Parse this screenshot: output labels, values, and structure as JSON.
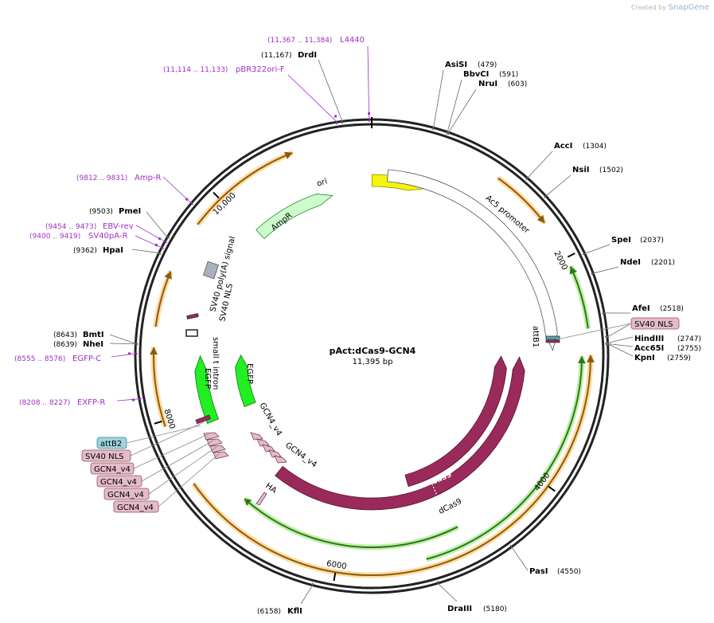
{
  "credit": {
    "prefix": "Created by",
    "brand": "SnapGene"
  },
  "map": {
    "name": "pAct:dCas9-GCN4",
    "length_label": "11,395 bp",
    "total_bp": 11395
  },
  "ticks": [
    {
      "bp": 0,
      "label": ""
    },
    {
      "bp": 2000,
      "label": "2000"
    },
    {
      "bp": 4000,
      "label": "4000"
    },
    {
      "bp": 6000,
      "label": "6000"
    },
    {
      "bp": 8000,
      "label": "8000"
    },
    {
      "bp": 10000,
      "label": "10,000"
    }
  ],
  "sites": [
    {
      "name": "AsiSI",
      "pos": "(479)",
      "bp": 479
    },
    {
      "name": "BbvCI",
      "pos": "(591)",
      "bp": 591
    },
    {
      "name": "NruI",
      "pos": "(603)",
      "bp": 603
    },
    {
      "name": "AccI",
      "pos": "(1304)",
      "bp": 1304
    },
    {
      "name": "NsiI",
      "pos": "(1502)",
      "bp": 1502
    },
    {
      "name": "SpeI",
      "pos": "(2037)",
      "bp": 2037
    },
    {
      "name": "NdeI",
      "pos": "(2201)",
      "bp": 2201
    },
    {
      "name": "AfeI",
      "pos": "(2518)",
      "bp": 2518
    },
    {
      "name": "HindIII",
      "pos": "(2747)",
      "bp": 2747
    },
    {
      "name": "Acc65I",
      "pos": "(2755)",
      "bp": 2755
    },
    {
      "name": "KpnI",
      "pos": "(2759)",
      "bp": 2759
    },
    {
      "name": "PasI",
      "pos": "(4550)",
      "bp": 4550
    },
    {
      "name": "DraIII",
      "pos": "(5180)",
      "bp": 5180
    },
    {
      "name": "KflI",
      "pos": "(6158)",
      "bp": 6158
    },
    {
      "name": "NheI",
      "pos": "(8639)",
      "bp": 8639
    },
    {
      "name": "BmtI",
      "pos": "(8643)",
      "bp": 8643
    },
    {
      "name": "HpaI",
      "pos": "(9362)",
      "bp": 9362
    },
    {
      "name": "PmeI",
      "pos": "(9503)",
      "bp": 9503
    },
    {
      "name": "DrdI",
      "pos": "(11,167)",
      "bp": 11167
    }
  ],
  "primers": [
    {
      "name": "L4440",
      "pos": "(11,367 .. 11,384)",
      "bp": 11375
    },
    {
      "name": "pBR322ori-F",
      "pos": "(11,114 .. 11,133)",
      "bp": 11123
    },
    {
      "name": "Amp-R",
      "pos": "(9812 .. 9831)",
      "bp": 9821
    },
    {
      "name": "EBV-rev",
      "pos": "(9454 .. 9473)",
      "bp": 9463
    },
    {
      "name": "SV40pA-R",
      "pos": "(9400 .. 9419)",
      "bp": 9409
    },
    {
      "name": "EGFP-C",
      "pos": "(8555 .. 8576)",
      "bp": 8565
    },
    {
      "name": "EXFP-R",
      "pos": "(8208 .. 8227)",
      "bp": 8217
    }
  ],
  "boxed_features": [
    {
      "name": "SV40 NLS",
      "color": "#e2bcc8"
    },
    {
      "name": "attB2",
      "color": "#9fd3dc"
    },
    {
      "name": "SV40 NLS",
      "color": "#e2bcc8"
    },
    {
      "name": "GCN4_v4",
      "color": "#e2bcc8"
    },
    {
      "name": "GCN4_v4",
      "color": "#e2bcc8"
    },
    {
      "name": "GCN4_v4",
      "color": "#e2bcc8"
    },
    {
      "name": "GCN4_v4",
      "color": "#e2bcc8"
    }
  ],
  "features": [
    {
      "name": "ori",
      "color": "#f5f50a"
    },
    {
      "name": "Ac5 promoter",
      "color": "#ffffff"
    },
    {
      "name": "AmpR",
      "color": "#ccfccc"
    },
    {
      "name": "SV40 poly(A) signal",
      "color": "#a9b2bc"
    },
    {
      "name": "SV40 NLS",
      "color": "#9a2a5c"
    },
    {
      "name": "small t intron",
      "color": "#ffffff"
    },
    {
      "name": "EGFP",
      "color": "#22ee22"
    },
    {
      "name": "EGFP",
      "color": "#22ee22"
    },
    {
      "name": "GCN4_v4",
      "color": "#e2bcc8"
    },
    {
      "name": "GCN4_v4",
      "color": "#e2bcc8"
    },
    {
      "name": "HA",
      "color": "#e2bcc8"
    },
    {
      "name": "Cas9",
      "color": "#9a2a5c"
    },
    {
      "name": "dCas9",
      "color": "#9a2a5c"
    },
    {
      "name": "attB1",
      "color": "#9fd3dc"
    }
  ],
  "colors": {
    "site_label": "#000000",
    "primer_label": "#a02fc2",
    "orf": "#ffbe4c",
    "orf_green": "#8ee06b",
    "cas9": "#9a2a5c",
    "egfp": "#22ee22",
    "backbone": "#000000"
  }
}
